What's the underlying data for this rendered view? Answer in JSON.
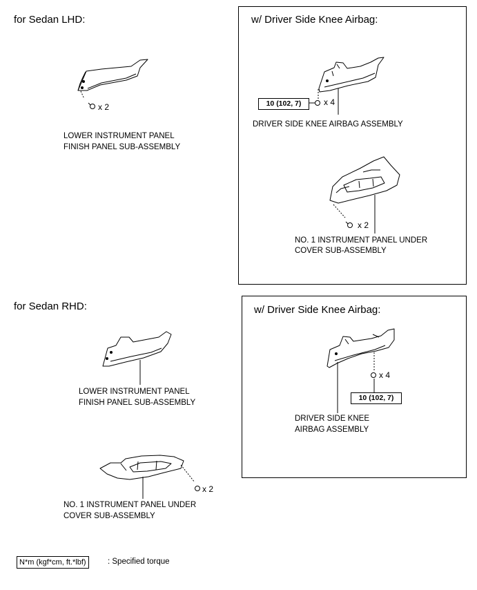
{
  "sections": {
    "lhd": {
      "title": "for Sedan LHD:",
      "part": {
        "line1": "LOWER INSTRUMENT PANEL",
        "line2": "FINISH PANEL SUB-ASSEMBLY",
        "qty": "x 2"
      },
      "airbag_box": {
        "title": "w/ Driver Side Knee Airbag:",
        "airbag": {
          "label": "DRIVER SIDE KNEE AIRBAG ASSEMBLY",
          "qty": "x 4",
          "torque": "10 (102, 7)"
        },
        "under_cover": {
          "line1": "NO. 1 INSTRUMENT PANEL UNDER",
          "line2": "COVER SUB-ASSEMBLY",
          "qty": "x 2"
        }
      }
    },
    "rhd": {
      "title": "for Sedan RHD:",
      "part": {
        "line1": "LOWER INSTRUMENT PANEL",
        "line2": "FINISH PANEL SUB-ASSEMBLY"
      },
      "under_cover": {
        "line1": "NO. 1 INSTRUMENT PANEL UNDER",
        "line2": "COVER SUB-ASSEMBLY",
        "qty": "x 2"
      },
      "airbag_box": {
        "title": "w/ Driver Side Knee Airbag:",
        "airbag": {
          "line1": "DRIVER SIDE KNEE",
          "line2": "AIRBAG ASSEMBLY",
          "qty": "x 4",
          "torque": "10 (102, 7)"
        }
      }
    }
  },
  "legend": {
    "unit": "N*m (kgf*cm, ft.*lbf)",
    "text": ": Specified torque"
  }
}
